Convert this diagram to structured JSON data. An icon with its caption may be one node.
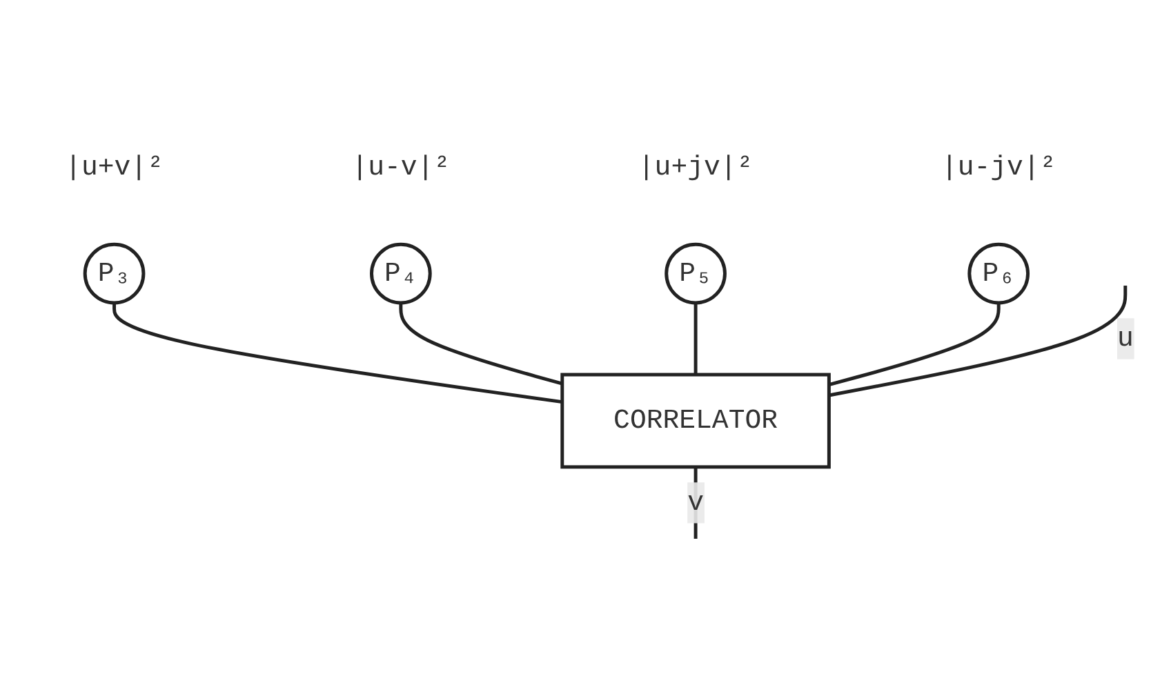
{
  "diagram": {
    "nodes": [
      {
        "text": [
          "P₃"
        ],
        "beside": [
          "|u+v|²"
        ]
      },
      {
        "text": [
          "P₄"
        ],
        "beside": [
          "|u-v|²"
        ]
      },
      {
        "text": [
          "P₅"
        ],
        "beside": [
          "|u+jv|²"
        ]
      },
      {
        "text": [
          "P₆"
        ],
        "beside": [
          "|u-jv|²"
        ]
      },
      {
        "text": [
          "CORRELATOR"
        ]
      }
    ],
    "edges": [
      {
        "from": 0,
        "to": 4,
        "arrow": "none"
      },
      {
        "from": 1,
        "to": 4,
        "arrow": "none"
      },
      {
        "from": 2,
        "to": 4,
        "arrow": "none"
      },
      {
        "from": 3,
        "to": 4,
        "arrow": "none"
      },
      {
        "from": null,
        "to": 4,
        "arrow": "none",
        "label": "u"
      },
      {
        "from": null,
        "to": 4,
        "arrow": "none",
        "label": "v"
      }
    ]
  }
}
